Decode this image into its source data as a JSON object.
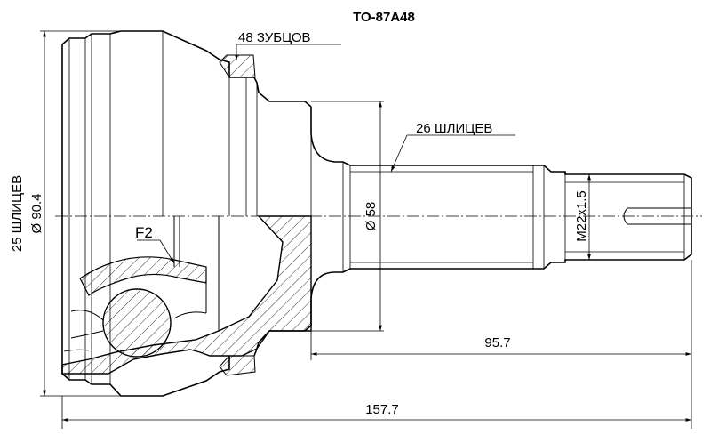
{
  "title": "TO-87A48",
  "labels": {
    "teeth": "48 ЗУБЦОВ",
    "splines_outer": "26 ШЛИЦЕВ",
    "splines_inner": "25 ШЛИЦЕВ",
    "f2": "F2"
  },
  "dimensions": {
    "dia_outer": "Ø 90.4",
    "dia_shaft": "Ø 58",
    "thread": "M22x1.5",
    "length_shaft": "95.7",
    "length_total": "157.7"
  }
}
